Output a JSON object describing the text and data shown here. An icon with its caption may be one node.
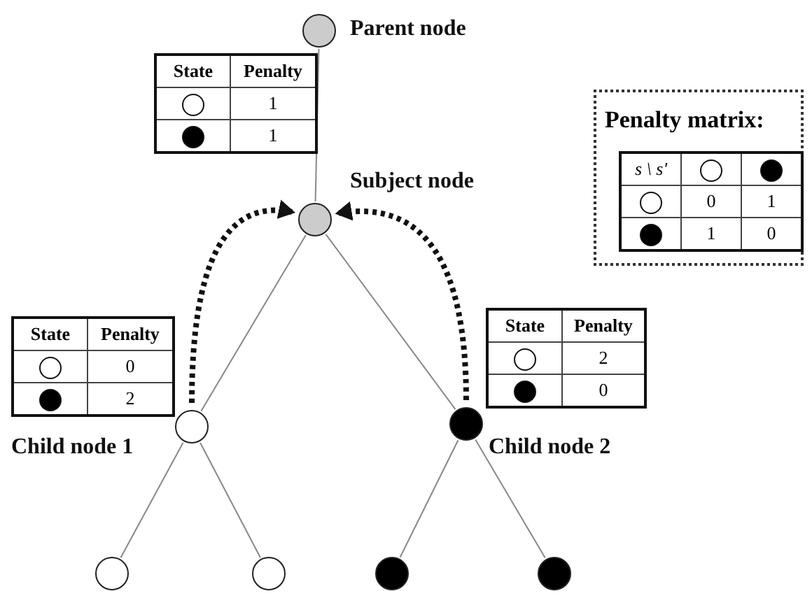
{
  "diagram": {
    "nodes": [
      {
        "text": [
          "Parent node"
        ]
      },
      {
        "text": [
          "Subject node"
        ]
      },
      {
        "text": [
          "Child node 1"
        ]
      },
      {
        "text": [
          "Child node 2"
        ]
      },
      {
        "text": [],
        "shape": "circle"
      },
      {
        "text": [],
        "shape": "circle"
      },
      {
        "text": [],
        "shape": "circle"
      },
      {
        "text": [],
        "shape": "circle"
      }
    ],
    "edges": [
      {
        "from": 0,
        "to": 1,
        "arrow": "none"
      },
      {
        "from": 1,
        "to": 2,
        "arrow": "none"
      },
      {
        "from": 1,
        "to": 3,
        "arrow": "none"
      },
      {
        "from": 2,
        "to": 4,
        "arrow": "none"
      },
      {
        "from": 2,
        "to": 5,
        "arrow": "none"
      },
      {
        "from": 3,
        "to": 6,
        "arrow": "none"
      },
      {
        "from": 3,
        "to": 7,
        "arrow": "none"
      },
      {
        "from": 2,
        "to": 1,
        "arrow": "to",
        "style": "dashed",
        "color": "#111111"
      },
      {
        "from": 3,
        "to": 1,
        "arrow": "to",
        "style": "dashed",
        "color": "#111111"
      }
    ],
    "labels": [
      "State",
      "Penalty",
      "1",
      "1",
      "Penalty matrix:",
      "s \\ s'",
      "0",
      "1",
      "1",
      "0",
      "State",
      "Penalty",
      "0",
      "2",
      "State",
      "Penalty",
      "2",
      "0"
    ]
  }
}
